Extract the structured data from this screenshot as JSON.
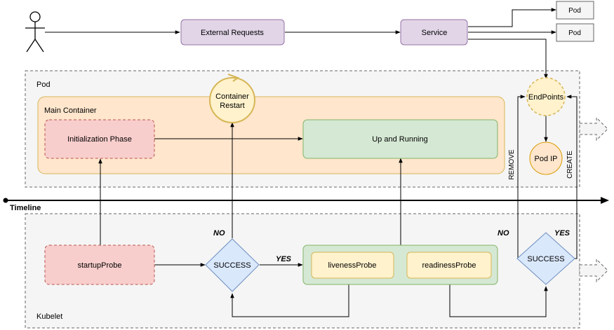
{
  "colors": {
    "purple_fill": "#e1d5e7",
    "purple_stroke": "#9673a6",
    "red_fill": "#f8cecc",
    "red_stroke": "#b85450",
    "green_fill": "#d5e8d4",
    "green_stroke": "#82b366",
    "yellow_fill": "#fff2cc",
    "yellow_stroke": "#d6b656",
    "orange_fill": "#ffe6cc",
    "orange_stroke": "#d79b00",
    "blue_fill": "#dae8fc",
    "blue_stroke": "#6c8ebf",
    "grey_fill": "#f5f5f5",
    "grey_stroke": "#666666"
  },
  "top": {
    "user_icon": "actor-icon",
    "external_requests": "External Requests",
    "service": "Service",
    "pod_a": "Pod",
    "pod_b": "Pod"
  },
  "pod_group": {
    "label": "Pod",
    "main_container": "Main Container",
    "init_phase": "Initialization Phase",
    "up_running": "Up and Running",
    "container_restart_line1": "Container",
    "container_restart_line2": "Restart",
    "endpoints": "EndPoints",
    "pod_ip": "Pod IP",
    "remove": "REMOVE",
    "create": "CREATE"
  },
  "timeline": {
    "label": "Timeline"
  },
  "kubelet_group": {
    "label": "Kubelet",
    "startup_probe": "startupProbe",
    "success_left": "SUCCESS",
    "success_right": "SUCCESS",
    "liveness_probe": "livenessProbe",
    "readiness_probe": "readinessProbe",
    "no_left": "NO",
    "yes_left": "YES",
    "no_right": "NO",
    "yes_right": "YES"
  }
}
